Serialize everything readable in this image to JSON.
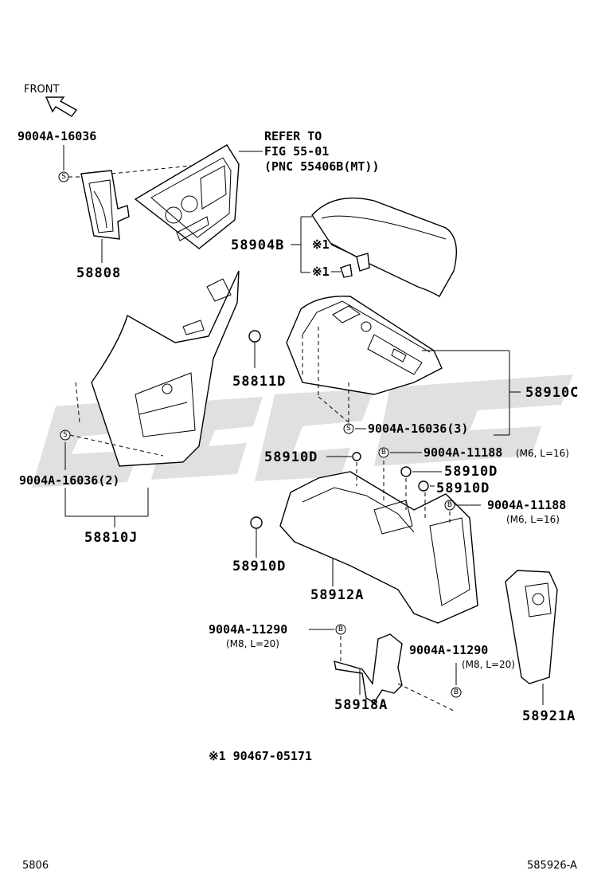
{
  "front_label": "FRONT",
  "refer": {
    "line1": "REFER TO",
    "line2": "FIG 55-01",
    "line3": "(PNC 55406B(MT))"
  },
  "callouts": {
    "c1": "9004A-16036",
    "c2": "58808",
    "c3": "58904B",
    "c4": "58811D",
    "c5": "58910C",
    "c6": "9004A-16036(3)",
    "c7": "9004A-16036(2)",
    "c8": "58810J",
    "c9": "58910D",
    "c10": "9004A-11188",
    "c10_spec": "(M6, L=16)",
    "c11": "58910D",
    "c12": "58910D",
    "c13": "9004A-11188",
    "c13_spec": "(M6, L=16)",
    "c14": "58910D",
    "c15": "58912A",
    "c16": "9004A-11290",
    "c16_spec": "(M8, L=20)",
    "c17": "9004A-11290",
    "c17_spec": "(M8, L=20)",
    "c18": "58918A",
    "c19": "58921A"
  },
  "marks": {
    "x1": "※1",
    "x1b": "※1"
  },
  "bubble_letters": {
    "s": "S",
    "b": "B"
  },
  "footnote": "※1  90467-05171",
  "footer": {
    "left": "5806",
    "right": "585926-A"
  }
}
